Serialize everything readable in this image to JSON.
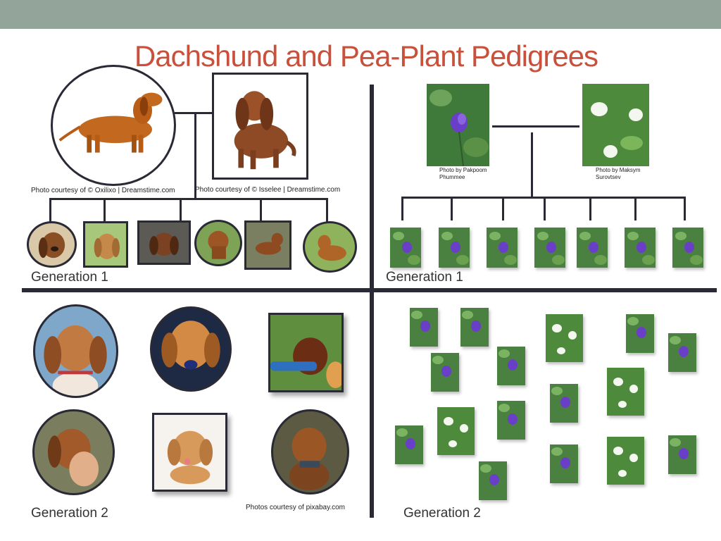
{
  "title": "Dachshund and Pea-Plant Pedigrees",
  "credits": {
    "dog_parent1": "Photo courtesy of © Oxilixo | Dreamstime.com",
    "dog_parent2": "Photo courtesy of © Isselee | Dreamstime.com",
    "pea_parent1_line1": "Photo by Pakpoom",
    "pea_parent1_line2": "Phummee",
    "pea_parent2_line1": "Photo by Maksym",
    "pea_parent2_line2": "Surovtsev",
    "gen2_dogs": "Photos courtesy of pixabay.com"
  },
  "labels": {
    "dog_gen1": "Generation 1",
    "pea_gen1": "Generation 1",
    "dog_gen2": "Generation 2",
    "pea_gen2": "Generation 2"
  },
  "colors": {
    "top_bar": "#93a59a",
    "title": "#c9503b",
    "lines": "#2a2a36",
    "purple_flower": "#6a3fc7",
    "white_flower": "#f4f7ef"
  }
}
